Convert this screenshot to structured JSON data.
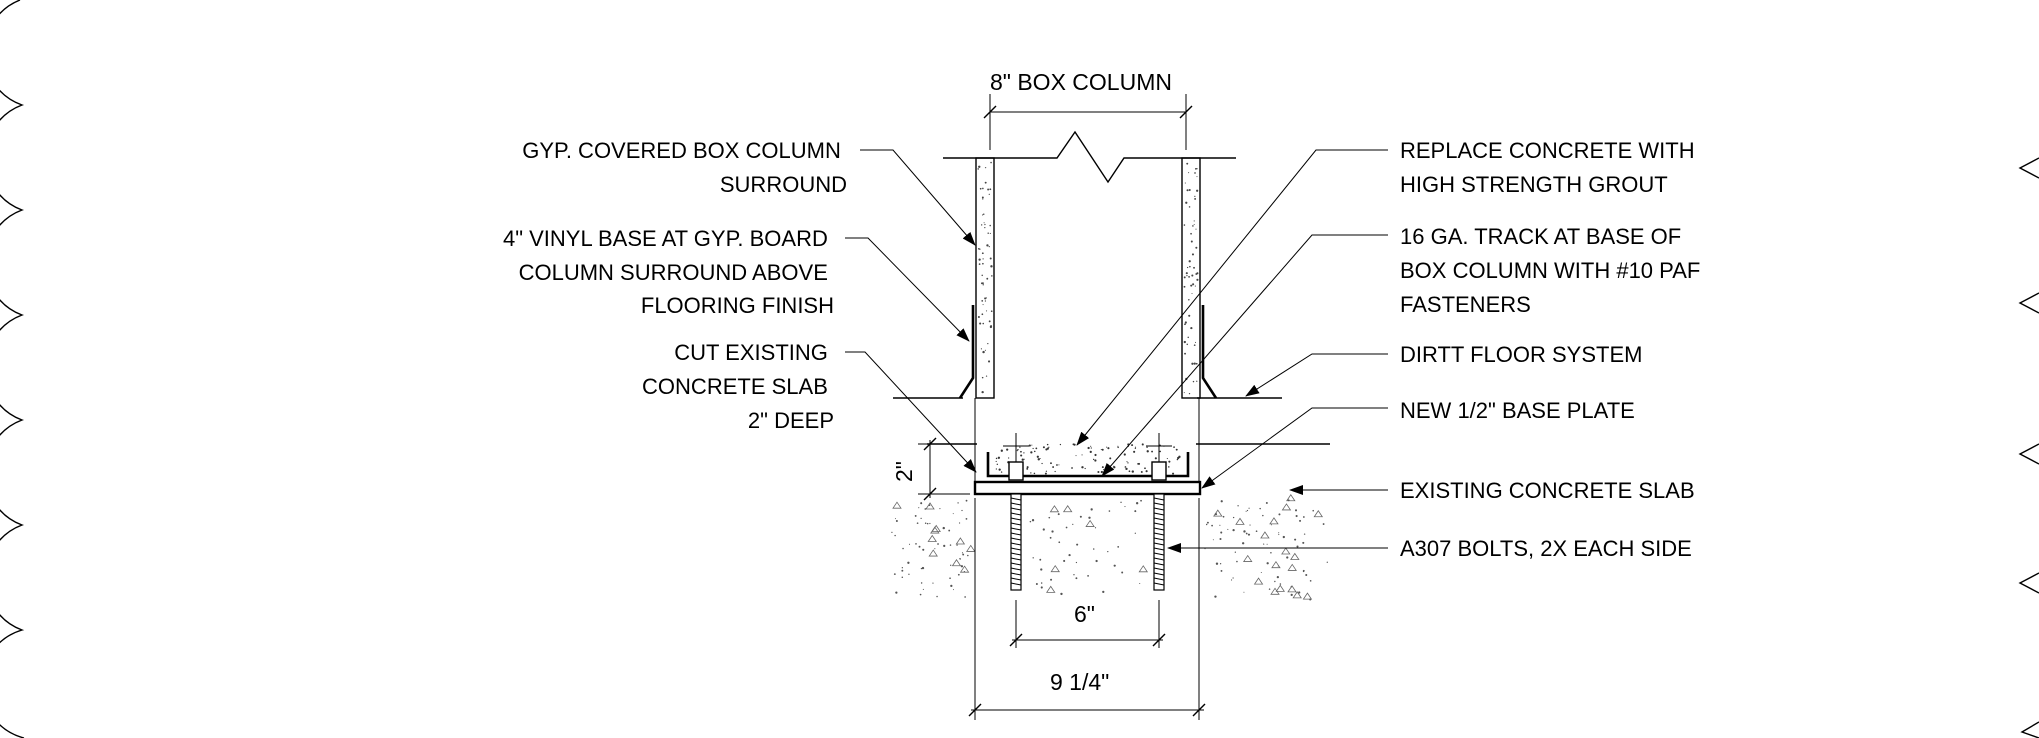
{
  "dimensions": {
    "box_column": "8\" BOX COLUMN",
    "slab_depth": "2\"",
    "bolt_spacing": "6\"",
    "plate_width": "9 1/4\""
  },
  "labels_left": {
    "gyp_line1": "GYP. COVERED BOX COLUMN",
    "gyp_line2": "SURROUND",
    "vinyl_line1": "4\" VINYL BASE AT GYP. BOARD",
    "vinyl_line2": "COLUMN SURROUND ABOVE",
    "vinyl_line3": "FLOORING FINISH",
    "cut_line1": "CUT EXISTING",
    "cut_line2": "CONCRETE SLAB",
    "cut_line3": "2\" DEEP"
  },
  "labels_right": {
    "grout_line1": "REPLACE CONCRETE WITH",
    "grout_line2": "HIGH STRENGTH GROUT",
    "track_line1": "16 GA. TRACK AT BASE OF",
    "track_line2": "BOX COLUMN WITH #10 PAF",
    "track_line3": "FASTENERS",
    "floor_system": "DIRTT FLOOR SYSTEM",
    "base_plate": "NEW 1/2\" BASE PLATE",
    "existing_slab": "EXISTING CONCRETE SLAB",
    "bolts": "A307 BOLTS, 2X EACH SIDE"
  }
}
